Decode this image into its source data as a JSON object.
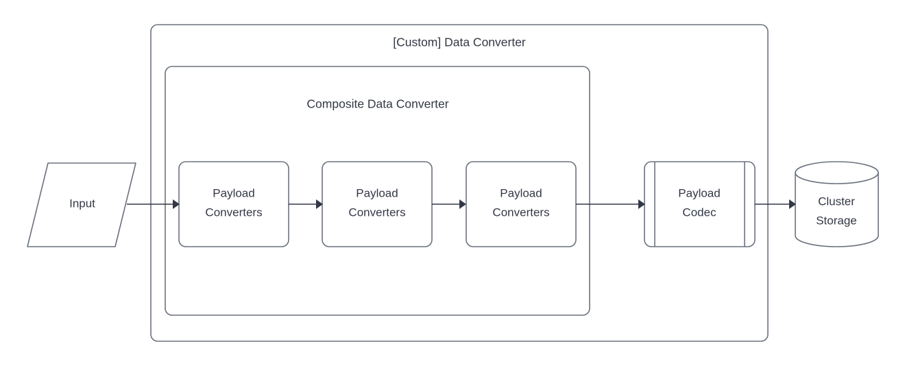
{
  "diagram": {
    "title": "[Custom] Data Converter",
    "palette": {
      "background": "#ffffff",
      "shape_stroke": "#6a717d",
      "shape_fill": "#ffffff",
      "text": "#333845",
      "arrow": "#333845"
    },
    "containers": [
      {
        "id": "custom-data-converter",
        "label": "[Custom] Data Converter",
        "shape": "rounded-rectangle"
      },
      {
        "id": "composite-data-converter",
        "label": "Composite Data Converter",
        "shape": "rounded-rectangle"
      }
    ],
    "nodes": [
      {
        "id": "input",
        "label": "Input",
        "shape": "parallelogram"
      },
      {
        "id": "payload-converters-1",
        "label_line1": "Payload",
        "label_line2": "Converters",
        "shape": "rounded-rectangle"
      },
      {
        "id": "payload-converters-2",
        "label_line1": "Payload",
        "label_line2": "Converters",
        "shape": "rounded-rectangle"
      },
      {
        "id": "payload-converters-3",
        "label_line1": "Payload",
        "label_line2": "Converters",
        "shape": "rounded-rectangle"
      },
      {
        "id": "payload-codec",
        "label_line1": "Payload",
        "label_line2": "Codec",
        "shape": "process"
      },
      {
        "id": "cluster-storage",
        "label_line1": "Cluster",
        "label_line2": "Storage",
        "shape": "cylinder"
      }
    ],
    "edges": [
      {
        "from": "input",
        "to": "payload-converters-1",
        "arrow": "single"
      },
      {
        "from": "payload-converters-1",
        "to": "payload-converters-2",
        "arrow": "single"
      },
      {
        "from": "payload-converters-2",
        "to": "payload-converters-3",
        "arrow": "single"
      },
      {
        "from": "payload-converters-3",
        "to": "payload-codec",
        "arrow": "single"
      },
      {
        "from": "payload-codec",
        "to": "cluster-storage",
        "arrow": "single"
      }
    ]
  }
}
